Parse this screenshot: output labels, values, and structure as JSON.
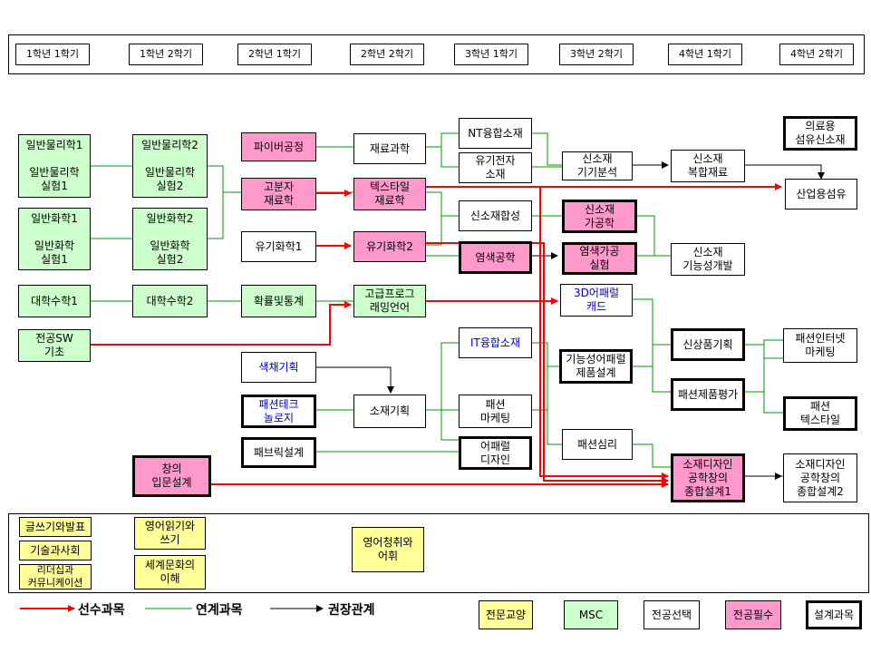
{
  "semesters": [
    "1학년 1학기",
    "1학년 2학기",
    "2학년 1학기",
    "2학년 2학기",
    "3학년 1학기",
    "3학년 2학기",
    "4학년 1학기",
    "4학년 2학기"
  ],
  "courses": {
    "physics1": "일반물리학1\n\n일반물리학\n실험1",
    "physics2": "일반물리학2\n\n일반물리학\n실험2",
    "chem1": "일반화학1\n\n일반화학\n실험1",
    "chem2": "일반화학2\n\n일반화학\n실험2",
    "math1": "대학수학1",
    "math2": "대학수학2",
    "sw": "전공SW\n기초",
    "fiber": "파이버공정",
    "polymer": "고분자\n재료학",
    "organic1": "유기화학1",
    "prob": "확률및통계",
    "color_plan": "색채기획",
    "fashion_tech": "패션테크\n놀로지",
    "fabric_design": "패브릭설계",
    "creative_design": "창의\n입문설계",
    "materials": "재료과학",
    "textile_mat": "텍스타일\n재료학",
    "organic2": "유기화학2",
    "adv_prog": "고급프로그\n래밍언어",
    "material_plan": "소재기획",
    "nt_material": "NT융합소재",
    "organic_elec": "유기전자\n소재",
    "new_synth": "신소재합성",
    "dyeing": "염색공학",
    "it_material": "IT융합소재",
    "fashion_mkt": "패션\n마케팅",
    "apparel_design": "어패럴\n디자인",
    "new_analysis": "신소재\n기기분석",
    "new_process": "신소재\n가공학",
    "dye_lab": "염색가공\n실험",
    "cad3d": "3D어패럴\n캐드",
    "func_apparel": "기능성어패럴\n제품설계",
    "fashion_psy": "패션심리",
    "composite": "신소재\n복합재료",
    "func_dev": "신소재\n기능성개발",
    "new_product": "신상품기획",
    "fashion_eval": "패션제품평가",
    "capstone1": "소재디자인\n공학창의\n종합설계1",
    "medical": "의료용\n섬유신소재",
    "industrial": "산업용섬유",
    "fashion_internet": "패션인터넷\n마케팅",
    "fashion_textile": "패션\n텍스타일",
    "capstone2": "소재디자인\n공학창의\n종합설계2",
    "writing": "글쓰기와발표",
    "tech_society": "기술과사회",
    "leadership": "리더십과\n커뮤니케이션",
    "eng_read": "영어읽기와\n쓰기",
    "world_culture": "세계문화의\n이해",
    "eng_listen": "영어청취와\n어휘"
  },
  "legend": {
    "prereq": "선수과목",
    "linked": "연계과목",
    "recommended": "권장관계",
    "major_general": "전문교양",
    "msc": "MSC",
    "major_elective": "전공선택",
    "major_required": "전공필수",
    "design_course": "설계과목"
  },
  "colors": {
    "prereq": "#ff0000",
    "linked": "#009900",
    "recommended": "#000000",
    "msc_fill": "#ccffcc",
    "required_fill": "#ff99cc",
    "general_fill": "#ffff99",
    "blue_text": "#0000cc"
  }
}
